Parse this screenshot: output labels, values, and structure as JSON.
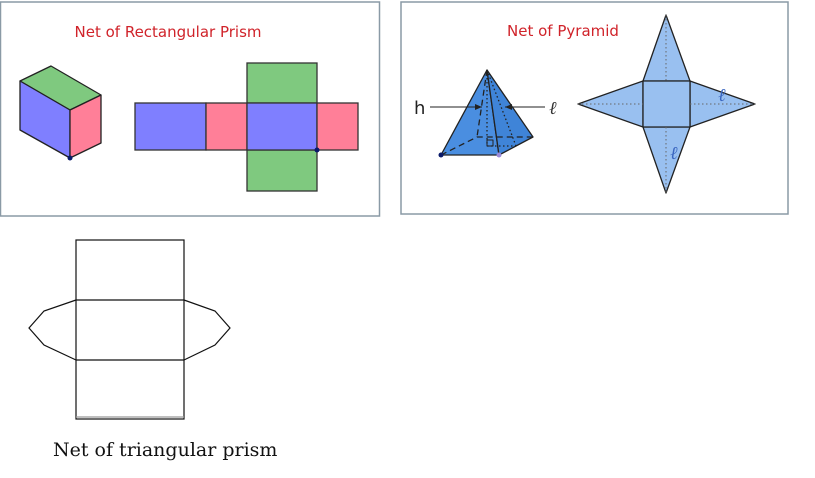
{
  "panels": {
    "rectangular_prism": {
      "title": "Net of Rectangular Prism"
    },
    "pyramid": {
      "title": "Net of Pyramid",
      "height_label": "h",
      "slant_label": "ℓ",
      "net_slant_label_right": "ℓ",
      "net_slant_label_bottom": "ℓ"
    },
    "triangular_prism": {
      "caption": "Net of triangular prism"
    }
  },
  "colors": {
    "green": "#7fc97f",
    "blue": "#7f7fff",
    "pink": "#ff7f98",
    "pyramid_blue": "#4a8ee0",
    "net_blue": "#99c0f0",
    "title_red": "#d0232a"
  }
}
